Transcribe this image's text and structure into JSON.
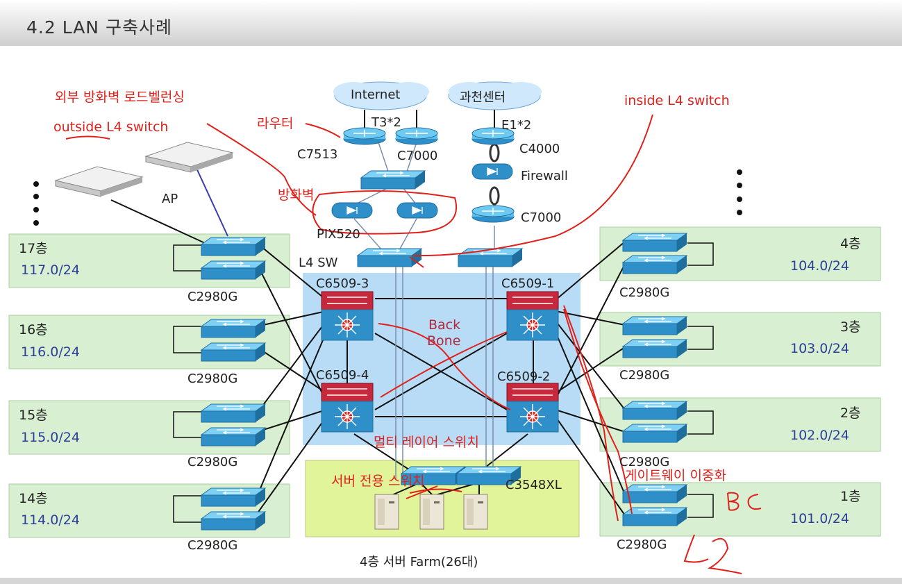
{
  "header": {
    "title": "4.2 LAN 구축사례"
  },
  "clouds": {
    "internet": "Internet",
    "center": "과천센터"
  },
  "links": {
    "t3": "T3*2",
    "e1": "E1*2"
  },
  "devices": {
    "c7513": "C7513",
    "c7000_top": "C7000",
    "c4000": "C4000",
    "firewall": "Firewall",
    "c7000_mid": "C7000",
    "pix520": "PIX520",
    "l4sw": "L4 SW",
    "ap": "AP",
    "c6509_3": "C6509-3",
    "c6509_1": "C6509-1",
    "c6509_4": "C6509-4",
    "c6509_2": "C6509-2",
    "backbone_1": "Back",
    "backbone_2": "Bone",
    "c3548xl": "C3548XL",
    "server_farm": "4층 서버 Farm(26대)"
  },
  "left_floors": [
    {
      "floor": "17층",
      "subnet": "117.0/24",
      "switch": "C2980G"
    },
    {
      "floor": "16층",
      "subnet": "116.0/24",
      "switch": "C2980G"
    },
    {
      "floor": "15층",
      "subnet": "115.0/24",
      "switch": "C2980G"
    },
    {
      "floor": "14층",
      "subnet": "114.0/24",
      "switch": "C2980G"
    }
  ],
  "right_floors": [
    {
      "floor": "4층",
      "subnet": "104.0/24",
      "switch": "C2980G"
    },
    {
      "floor": "3층",
      "subnet": "103.0/24",
      "switch": "C2980G"
    },
    {
      "floor": "2층",
      "subnet": "102.0/24",
      "switch": "C2980G"
    },
    {
      "floor": "1층",
      "subnet": "101.0/24",
      "switch": "C2980G"
    }
  ],
  "annotations": {
    "outside_lb": "외부 방화벽 로드벨런싱",
    "outside_l4": "outside L4 switch",
    "router": "라우터",
    "firewall_kr": "방화벽",
    "inside_l4": "inside L4 switch",
    "multilayer": "멀티 레이어 스위치",
    "server_switch": "서버 전용 스위치",
    "gateway_dup": "게이트웨이 이중화",
    "scribble_bc": "B C",
    "scribble_l2": "L2"
  },
  "colors": {
    "switch": "#2f8fc8",
    "switch_top": "#5cc0ee",
    "core_red": "#c8283c",
    "floor_bg": "#d9efd2",
    "backbone_bg": "#b8dcf6",
    "server_bg": "#e2f49a",
    "annotation": "#e0201a"
  }
}
